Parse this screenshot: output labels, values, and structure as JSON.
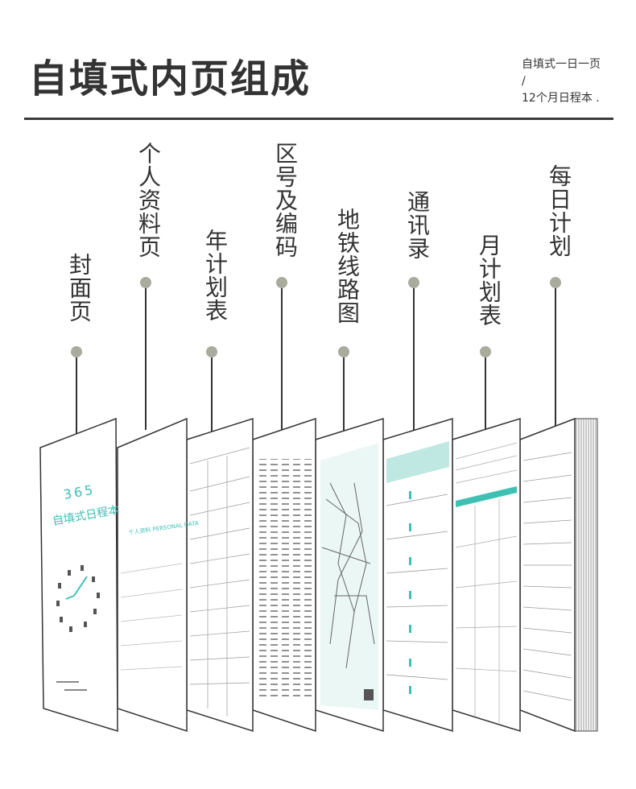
{
  "header": {
    "title": "自填式内页组成",
    "subtitle_lines": [
      "自填式一日一页",
      "/",
      "12个月日程本 ."
    ]
  },
  "sections": [
    {
      "label": "封面页"
    },
    {
      "label": "个人资料页"
    },
    {
      "label": "年计划表"
    },
    {
      "label": "区号及编码"
    },
    {
      "label": "地铁线路图"
    },
    {
      "label": "通讯录"
    },
    {
      "label": "月计划表"
    },
    {
      "label": "每日计划"
    }
  ],
  "cover": {
    "number": "365",
    "name": "自填式日程本"
  },
  "personal_page": {
    "heading": "个人资料 PERSONAL DATA"
  },
  "colors": {
    "accent": "#3ec0b3",
    "dot": "#a9ab9d",
    "line": "#333333"
  }
}
